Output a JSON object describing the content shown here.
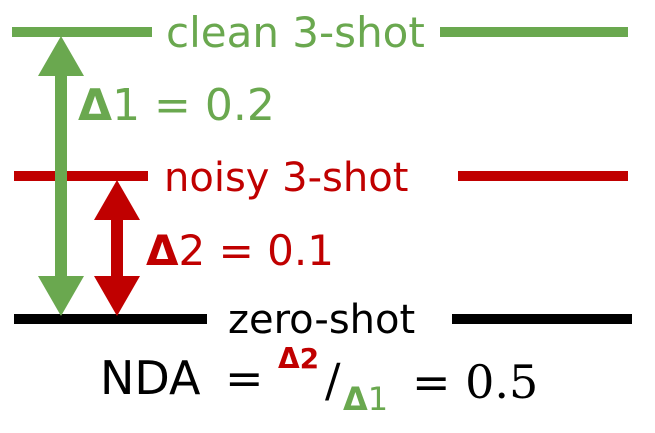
{
  "colors": {
    "clean": "#6aa84f",
    "noisy": "#c00000",
    "zero": "#000000"
  },
  "levels": {
    "clean": "clean 3-shot",
    "noisy": "noisy 3-shot",
    "zero": "zero-shot"
  },
  "deltas": {
    "d1_symbol": "Δ",
    "d1_rest": "1 = 0.2",
    "d2_symbol": "Δ",
    "d2_rest": "2 = 0.1"
  },
  "formula": {
    "lhs": "NDA",
    "eq": "=",
    "numerator_symbol": "Δ",
    "numerator_index": "2",
    "slash": "/",
    "denominator_symbol": "Δ",
    "denominator_index": "1",
    "result": "= 0.5"
  }
}
